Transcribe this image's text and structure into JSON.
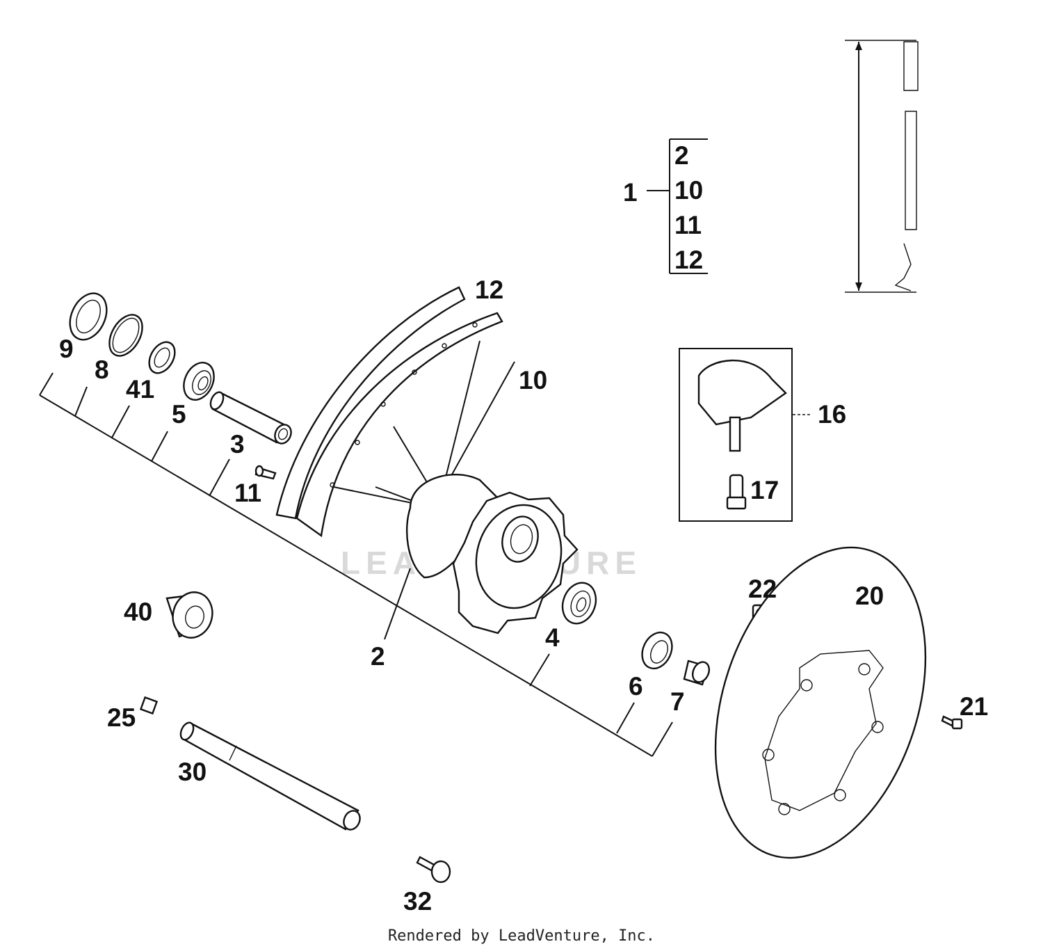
{
  "diagram": {
    "callouts": [
      {
        "id": "c1",
        "label": "1"
      },
      {
        "id": "c2",
        "label": "2"
      },
      {
        "id": "c3",
        "label": "3"
      },
      {
        "id": "c4",
        "label": "4"
      },
      {
        "id": "c5",
        "label": "5"
      },
      {
        "id": "c6",
        "label": "6"
      },
      {
        "id": "c7",
        "label": "7"
      },
      {
        "id": "c8",
        "label": "8"
      },
      {
        "id": "c9",
        "label": "9"
      },
      {
        "id": "c10",
        "label": "10"
      },
      {
        "id": "c11",
        "label": "11"
      },
      {
        "id": "c12",
        "label": "12"
      },
      {
        "id": "c16",
        "label": "16"
      },
      {
        "id": "c17",
        "label": "17"
      },
      {
        "id": "c20",
        "label": "20"
      },
      {
        "id": "c21",
        "label": "21"
      },
      {
        "id": "c22",
        "label": "22"
      },
      {
        "id": "c25",
        "label": "25"
      },
      {
        "id": "c30",
        "label": "30"
      },
      {
        "id": "c32",
        "label": "32"
      },
      {
        "id": "c40",
        "label": "40"
      },
      {
        "id": "c41",
        "label": "41"
      }
    ],
    "assembly_bracket": {
      "parent": "1",
      "children": [
        "2",
        "10",
        "11",
        "12"
      ]
    },
    "footer": "Rendered by LeadVenture, Inc.",
    "watermark": "LEADVENTURE"
  }
}
